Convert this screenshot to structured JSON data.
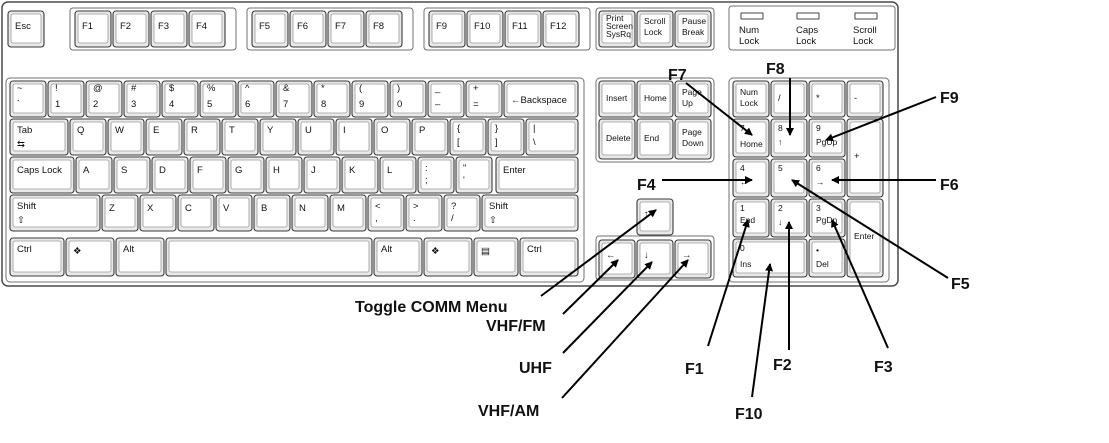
{
  "keyboard": {
    "function_row": [
      "Esc",
      "F1",
      "F2",
      "F3",
      "F4",
      "F5",
      "F6",
      "F7",
      "F8",
      "F9",
      "F10",
      "F11",
      "F12"
    ],
    "print_screen": [
      "Print",
      "Screen",
      "SysRq"
    ],
    "scroll_lock": [
      "Scroll",
      "Lock"
    ],
    "pause_break": [
      "Pause",
      "Break"
    ],
    "indicators": [
      {
        "line1": "Num",
        "line2": "Lock"
      },
      {
        "line1": "Caps",
        "line2": "Lock"
      },
      {
        "line1": "Scroll",
        "line2": "Lock"
      }
    ],
    "number_row": [
      {
        "top": "~",
        "bottom": "`"
      },
      {
        "top": "!",
        "bottom": "1"
      },
      {
        "top": "@",
        "bottom": "2"
      },
      {
        "top": "#",
        "bottom": "3"
      },
      {
        "top": "$",
        "bottom": "4"
      },
      {
        "top": "%",
        "bottom": "5"
      },
      {
        "top": "^",
        "bottom": "6"
      },
      {
        "top": "&",
        "bottom": "7"
      },
      {
        "top": "*",
        "bottom": "8"
      },
      {
        "top": "(",
        "bottom": "9"
      },
      {
        "top": ")",
        "bottom": "0"
      },
      {
        "top": "_",
        "bottom": "–"
      },
      {
        "top": "+",
        "bottom": "="
      }
    ],
    "backspace": "←Backspace",
    "tab_row": [
      "Tab",
      "Q",
      "W",
      "E",
      "R",
      "T",
      "Y",
      "U",
      "I",
      "O",
      "P"
    ],
    "tab_row_symbols": [
      {
        "top": "{",
        "bottom": "["
      },
      {
        "top": "}",
        "bottom": "]"
      },
      {
        "top": "|",
        "bottom": "\\"
      }
    ],
    "caps_row": [
      "Caps Lock",
      "A",
      "S",
      "D",
      "F",
      "G",
      "H",
      "J",
      "K",
      "L"
    ],
    "caps_row_symbols": [
      {
        "top": ":",
        "bottom": ";"
      },
      {
        "top": "\"",
        "bottom": "'"
      }
    ],
    "enter": "Enter",
    "shift_row": [
      "Z",
      "X",
      "C",
      "V",
      "B",
      "N",
      "M"
    ],
    "shift_row_symbols": [
      {
        "top": "<",
        "bottom": ","
      },
      {
        "top": ">",
        "bottom": "."
      },
      {
        "top": "?",
        "bottom": "/"
      }
    ],
    "shift": "Shift",
    "shift_arrow": "⇧",
    "bottom_row": {
      "ctrl": "Ctrl",
      "alt": "Alt"
    },
    "nav_cluster": [
      [
        "Insert",
        "Home"
      ],
      [
        "Page",
        "Up"
      ],
      [
        "Delete",
        "End"
      ],
      [
        "Page",
        "Down"
      ]
    ],
    "arrows": {
      "up": "↑",
      "left": "←",
      "down": "↓",
      "right": "→"
    },
    "numpad": {
      "numlock": [
        "Num",
        "Lock"
      ],
      "slash": "/",
      "star": "*",
      "minus": "-",
      "plus": "+",
      "enter": "Enter",
      "k7": [
        "7",
        "Home"
      ],
      "k8": [
        "8",
        "↑"
      ],
      "k9": [
        "9",
        "PgUp"
      ],
      "k4": [
        "4",
        "←"
      ],
      "k5": "5",
      "k6": [
        "6",
        "→"
      ],
      "k1": [
        "1",
        "End"
      ],
      "k2": [
        "2",
        "↓"
      ],
      "k3": [
        "3",
        "PgDn"
      ],
      "k0": [
        "0",
        "Ins"
      ],
      "dot": [
        "•",
        "Del"
      ]
    }
  },
  "callouts": {
    "f7": "F7",
    "f8": "F8",
    "f9": "F9",
    "f4": "F4",
    "f6": "F6",
    "f5": "F5",
    "f1": "F1",
    "f2": "F2",
    "f3": "F3",
    "f10": "F10",
    "toggle_comm": "Toggle COMM Menu",
    "vhf_fm": "VHF/FM",
    "uhf": "UHF",
    "vhf_am": "VHF/AM"
  }
}
